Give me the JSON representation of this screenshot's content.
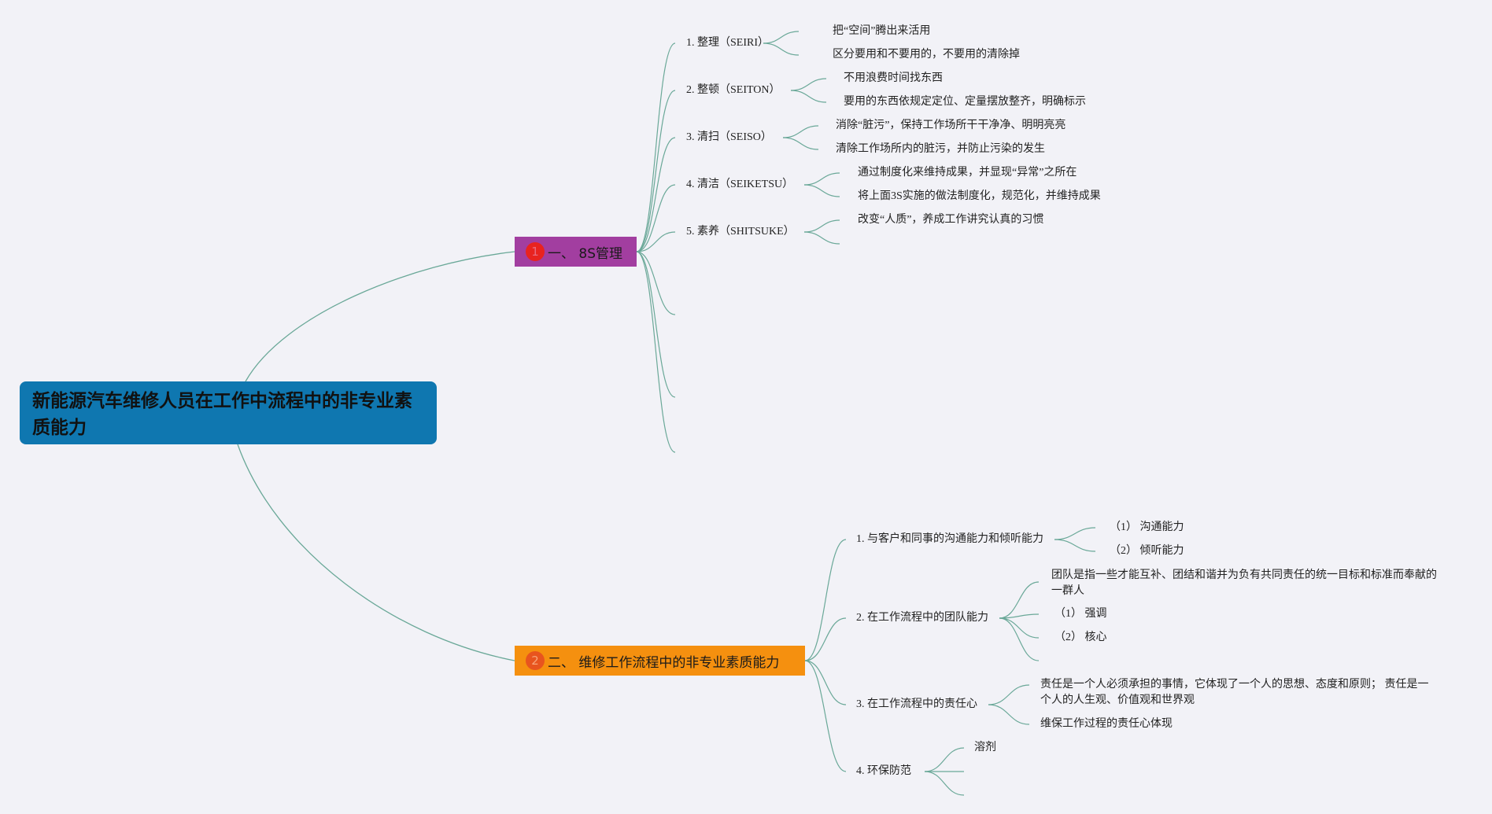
{
  "root": {
    "title": "新能源汽车维修人员在工作中流程中的非专业素质能力"
  },
  "branches": [
    {
      "badge": "1",
      "label": "一、 8S管理",
      "color": "#a23ea0",
      "items": [
        {
          "label": "1. 整理（SEIRI）",
          "children": [
            "把“空间”腾出来活用",
            "区分要用和不要用的，不要用的清除掉"
          ]
        },
        {
          "label": "2. 整顿（SEITON）",
          "children": [
            "不用浪费时间找东西",
            "要用的东西依规定定位、定量摆放整齐，明确标示"
          ]
        },
        {
          "label": "3. 清扫（SEISO）",
          "children": [
            "消除“脏污”，保持工作场所干干净净、明明亮亮",
            "清除工作场所内的脏污，并防止污染的发生"
          ]
        },
        {
          "label": "4. 清洁（SEIKETSU）",
          "children": [
            "通过制度化来维持成果，并显现“异常”之所在",
            "将上面3S实施的做法制度化，规范化，并维持成果"
          ]
        },
        {
          "label": "5. 素养（SHITSUKE）",
          "children": [
            "改变“人质”，养成工作讲究认真的习惯"
          ]
        }
      ]
    },
    {
      "badge": "2",
      "label": "二、 维修工作流程中的非专业素质能力",
      "color": "#f5900f",
      "items": [
        {
          "label": "1. 与客户和同事的沟通能力和倾听能力",
          "children": [
            "（1） 沟通能力",
            "（2） 倾听能力"
          ]
        },
        {
          "label": "2. 在工作流程中的团队能力",
          "children": [
            "团队是指一些才能互补、团结和谐并为负有共同责任的统一目标和标准而奉献的一群人",
            "（1） 强调",
            "（2） 核心"
          ]
        },
        {
          "label": "3. 在工作流程中的责任心",
          "children": [
            "责任是一个人必须承担的事情，它体现了一个人的思想、态度和原则； 责任是一个人的人生观、价值观和世界观",
            "维保工作过程的责任心体现"
          ]
        },
        {
          "label": "4. 环保防范",
          "children": [
            "溶剂"
          ]
        }
      ]
    }
  ],
  "colors": {
    "root": "#0f77b0",
    "line": "#6aa898",
    "background": "#f2f2f7"
  }
}
